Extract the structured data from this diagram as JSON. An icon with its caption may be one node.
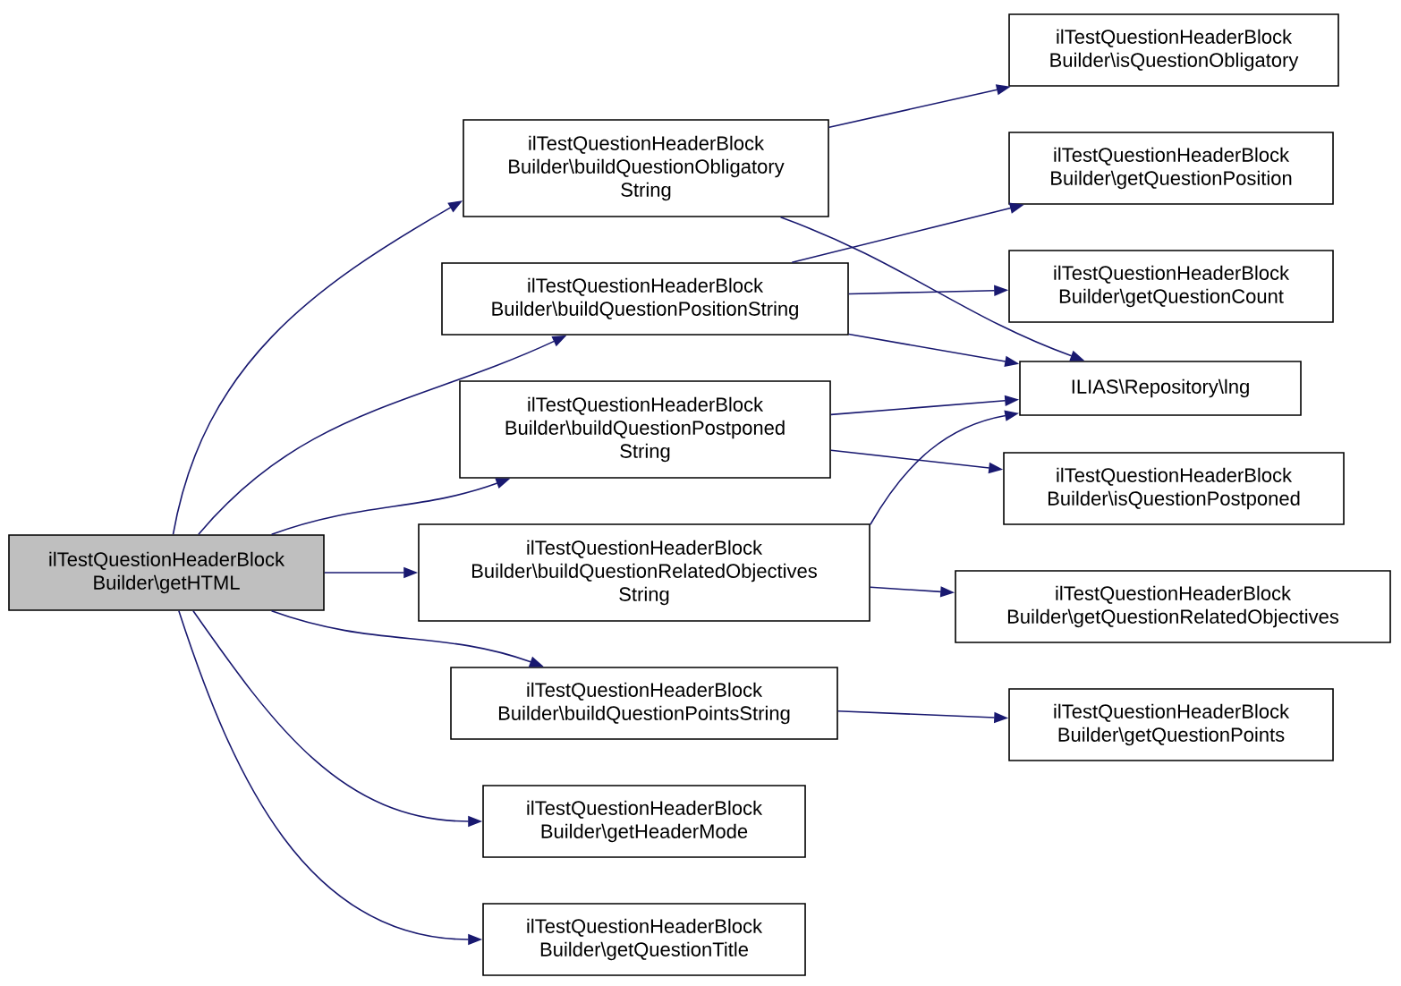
{
  "diagram": {
    "nodes": [
      {
        "text": [
          "ilTestQuestionHeaderBlock Builder\\getHTML"
        ]
      },
      {
        "text": [
          "ilTestQuestionHeaderBlock Builder\\buildQuestionObligatory String"
        ]
      },
      {
        "text": [
          "ilTestQuestionHeaderBlock Builder\\buildQuestionPositionString"
        ]
      },
      {
        "text": [
          "ilTestQuestionHeaderBlock Builder\\buildQuestionPostponed String"
        ]
      },
      {
        "text": [
          "ilTestQuestionHeaderBlock Builder\\buildQuestionRelatedObjectives String"
        ]
      },
      {
        "text": [
          "ilTestQuestionHeaderBlock Builder\\buildQuestionPointsString"
        ]
      },
      {
        "text": [
          "ilTestQuestionHeaderBlock Builder\\getHeaderMode"
        ]
      },
      {
        "text": [
          "ilTestQuestionHeaderBlock Builder\\getQuestionTitle"
        ]
      },
      {
        "text": [
          "ilTestQuestionHeaderBlock Builder\\isQuestionObligatory"
        ]
      },
      {
        "text": [
          "ilTestQuestionHeaderBlock Builder\\getQuestionPosition"
        ]
      },
      {
        "text": [
          "ilTestQuestionHeaderBlock Builder\\getQuestionCount"
        ]
      },
      {
        "text": [
          "ILIAS\\Repository\\lng"
        ]
      },
      {
        "text": [
          "ilTestQuestionHeaderBlock Builder\\isQuestionPostponed"
        ]
      },
      {
        "text": [
          "ilTestQuestionHeaderBlock Builder\\getQuestionRelatedObjectives"
        ]
      },
      {
        "text": [
          "ilTestQuestionHeaderBlock Builder\\getQuestionPoints"
        ]
      }
    ],
    "edges": [
      {
        "from": 0,
        "to": 1,
        "arrow": "to"
      },
      {
        "from": 0,
        "to": 2,
        "arrow": "to"
      },
      {
        "from": 0,
        "to": 3,
        "arrow": "to"
      },
      {
        "from": 0,
        "to": 4,
        "arrow": "to"
      },
      {
        "from": 0,
        "to": 5,
        "arrow": "to"
      },
      {
        "from": 0,
        "to": 6,
        "arrow": "to"
      },
      {
        "from": 0,
        "to": 7,
        "arrow": "to"
      },
      {
        "from": 1,
        "to": 8,
        "arrow": "to"
      },
      {
        "from": 1,
        "to": 11,
        "arrow": "to"
      },
      {
        "from": 2,
        "to": 9,
        "arrow": "to"
      },
      {
        "from": 2,
        "to": 10,
        "arrow": "to"
      },
      {
        "from": 2,
        "to": 11,
        "arrow": "to"
      },
      {
        "from": 3,
        "to": 11,
        "arrow": "to"
      },
      {
        "from": 3,
        "to": 12,
        "arrow": "to"
      },
      {
        "from": 4,
        "to": 11,
        "arrow": "to"
      },
      {
        "from": 4,
        "to": 13,
        "arrow": "to"
      },
      {
        "from": 5,
        "to": 14,
        "arrow": "to"
      }
    ]
  }
}
